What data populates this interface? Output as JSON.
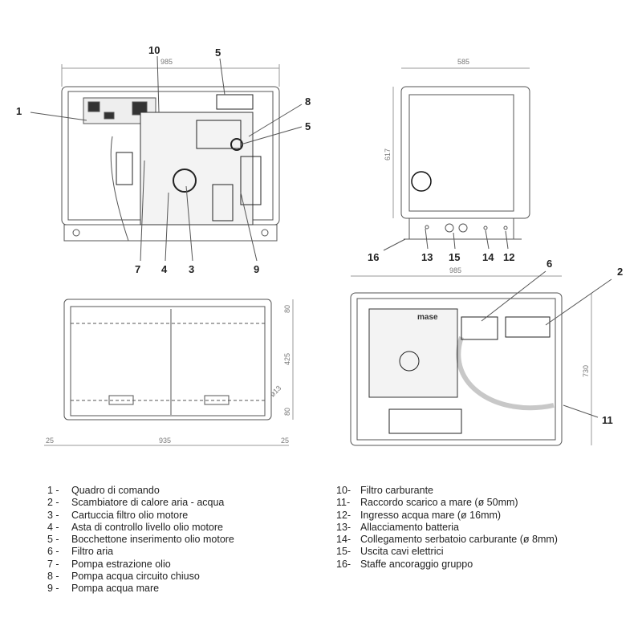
{
  "views": {
    "front": {
      "dimension_width": "985",
      "callouts": [
        "1",
        "10",
        "5",
        "8",
        "5",
        "7",
        "4",
        "3",
        "9"
      ]
    },
    "side": {
      "dimension_width": "585",
      "dimension_height": "617",
      "callouts": [
        "16",
        "13",
        "15",
        "14",
        "12"
      ]
    },
    "bottom": {
      "dim_top": "80",
      "dim_middle": "425",
      "dim_bottom": "80",
      "dim_left": "25",
      "dim_width": "935",
      "dim_right": "25",
      "hole": "ø13"
    },
    "top": {
      "dimension_width": "985",
      "dimension_height": "730",
      "brand": "mase",
      "callouts": [
        "6",
        "2",
        "11"
      ]
    }
  },
  "legend": {
    "col1": [
      {
        "num": "1 -",
        "text": "Quadro di comando"
      },
      {
        "num": "2 -",
        "text": "Scambiatore di calore aria - acqua"
      },
      {
        "num": "3 -",
        "text": "Cartuccia filtro olio motore"
      },
      {
        "num": "4 -",
        "text": "Asta di controllo livello olio motore"
      },
      {
        "num": "5 -",
        "text": "Bocchettone inserimento olio motore"
      },
      {
        "num": "6 -",
        "text": "Filtro aria"
      },
      {
        "num": "7 -",
        "text": "Pompa estrazione olio"
      },
      {
        "num": "8 -",
        "text": "Pompa acqua circuito chiuso"
      },
      {
        "num": "9 -",
        "text": "Pompa acqua mare"
      }
    ],
    "col2": [
      {
        "num": "10-",
        "text": "Filtro carburante"
      },
      {
        "num": "11-",
        "text": "Raccordo scarico a mare (ø 50mm)"
      },
      {
        "num": "12-",
        "text": "Ingresso acqua mare (ø 16mm)"
      },
      {
        "num": "13-",
        "text": "Allacciamento batteria"
      },
      {
        "num": "14-",
        "text": "Collegamento serbatoio carburante (ø 8mm)"
      },
      {
        "num": "15-",
        "text": "Uscita cavi elettrici"
      },
      {
        "num": "16-",
        "text": "Staffe ancoraggio gruppo"
      }
    ]
  }
}
